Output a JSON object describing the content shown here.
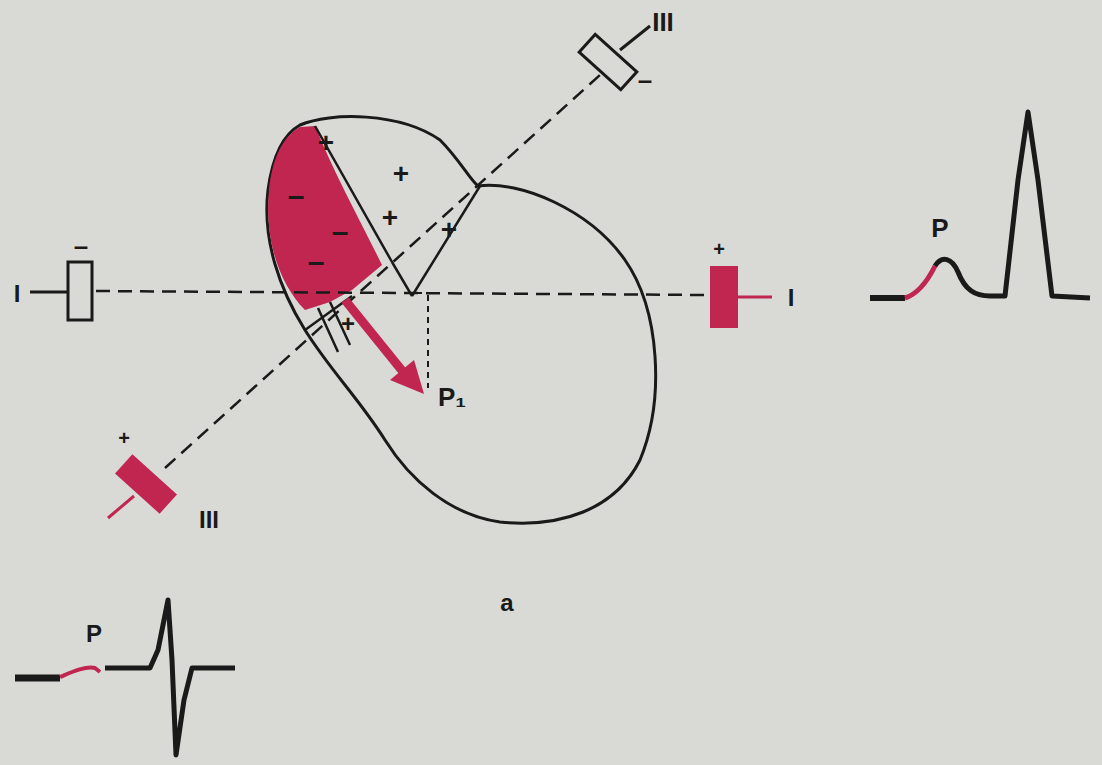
{
  "diagram": {
    "labels": [
      "III",
      "–",
      "+",
      "+",
      "+",
      "+",
      "–",
      "–",
      "–",
      "+",
      "–",
      "I",
      "+",
      "I",
      "P",
      "P₁",
      "+",
      "III",
      "a",
      "P"
    ]
  }
}
